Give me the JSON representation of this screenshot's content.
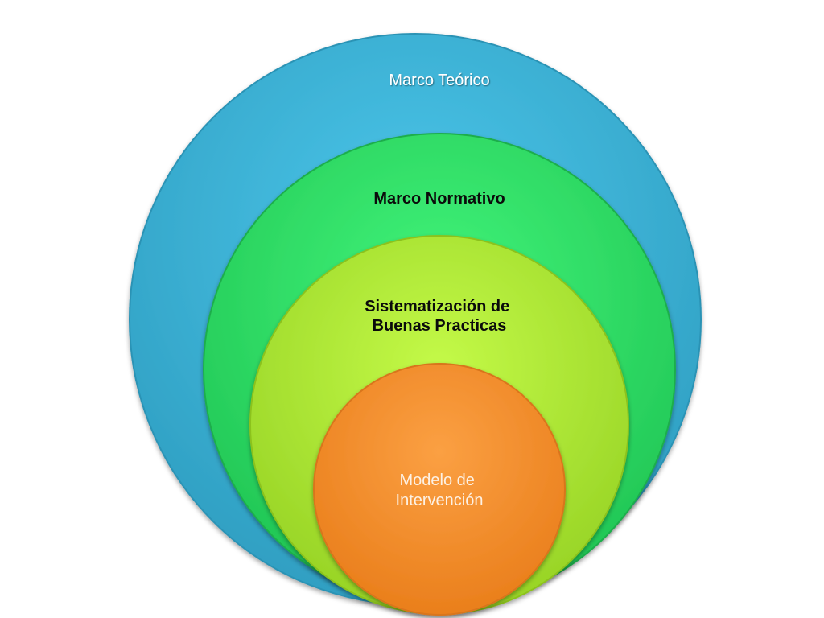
{
  "diagram": {
    "type": "nested-circles",
    "levels": [
      {
        "label_lines": [
          "Marco Teórico"
        ],
        "color": "#3FB8DD"
      },
      {
        "label_lines": [
          "Marco Normativo"
        ],
        "color": "#33EE6A"
      },
      {
        "label_lines": [
          "Sistematización de",
          "Buenas Practicas"
        ],
        "color": "#B8F23A"
      },
      {
        "label_lines": [
          "Modelo de",
          "Intervención"
        ],
        "color": "#F7952E"
      }
    ]
  }
}
